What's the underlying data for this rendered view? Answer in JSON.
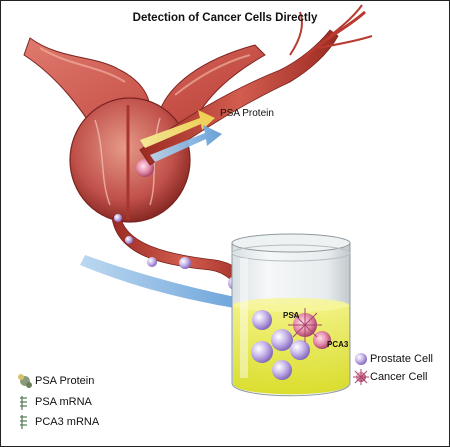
{
  "title": "Detection of Cancer Cells Directly",
  "labels": {
    "psa_protein": "PSA Protein",
    "prostate_cells": "Prostate Cells",
    "psa": "PSA",
    "pca3": "PCA3"
  },
  "legend_left": [
    {
      "label": "PSA Protein",
      "icon": "psa-protein-icon"
    },
    {
      "label": "PSA mRNA",
      "icon": "psa-mrna-icon"
    },
    {
      "label": "PCA3 mRNA",
      "icon": "pca3-mrna-icon"
    }
  ],
  "legend_right": [
    {
      "label": "Prostate Cell",
      "icon": "prostate-cell-icon"
    },
    {
      "label": "Cancer Cell",
      "icon": "cancer-cell-icon"
    }
  ],
  "colors": {
    "tissue": "#c8504a",
    "tissue_dark": "#8f2a25",
    "vessel": "#b83a30",
    "arrow_blue": "#6fa8dc",
    "arrow_yellow": "#f3e06a",
    "urine": "#e8ea3a",
    "cell_purple": "#b49adb",
    "cancer_pink": "#e48aa8"
  }
}
